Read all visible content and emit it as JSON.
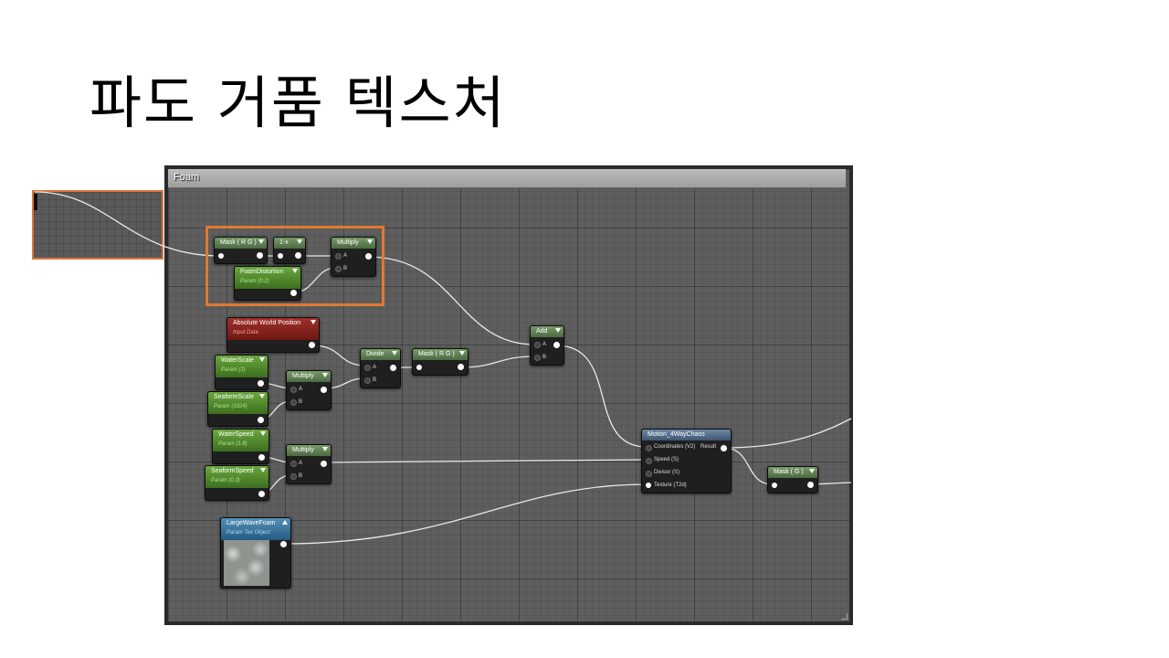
{
  "slide": {
    "title": "파도 거품 텍스처"
  },
  "comment": {
    "title": "Foam"
  },
  "nodes": {
    "mask_rg_1": {
      "title": "Mask ( R G )"
    },
    "one_minus_x": {
      "title": "1-x"
    },
    "multiply_1": {
      "title": "Multiply",
      "pins": [
        "A",
        "B"
      ]
    },
    "foam_distortion": {
      "title": "FoamDistortion",
      "subtitle": "Param (0.2)"
    },
    "abs_world_pos": {
      "title": "Absolute World Position",
      "subtitle": "Input Data"
    },
    "divide": {
      "title": "Divide",
      "pins": [
        "A",
        "B"
      ]
    },
    "mask_rg_2": {
      "title": "Mask ( R G )"
    },
    "add": {
      "title": "Add",
      "pins": [
        "A",
        "B"
      ]
    },
    "water_scale": {
      "title": "WaterScale",
      "subtitle": "Param (1)"
    },
    "multiply_2": {
      "title": "Multiply",
      "pins": [
        "A",
        "B"
      ]
    },
    "seaform_scale": {
      "title": "SeaformScale",
      "subtitle": "Param (1024)"
    },
    "water_speed": {
      "title": "WaterSpeed",
      "subtitle": "Param (1.8)"
    },
    "multiply_3": {
      "title": "Multiply",
      "pins": [
        "A",
        "B"
      ]
    },
    "seaform_speed": {
      "title": "SeaformSpeed",
      "subtitle": "Param (0.3)"
    },
    "motion": {
      "title": "Motion_4WayChaos",
      "inputs": [
        "Coordinates (V2)",
        "Speed (S)",
        "Divisor (S)",
        "Texture (T2d)"
      ],
      "output": "Result"
    },
    "mask_g": {
      "title": "Mask ( G )"
    },
    "large_wave_foam": {
      "title": "LargeWaveFoam",
      "subtitle": "Param Tex Object"
    }
  },
  "colors": {
    "highlight": "#e07a30",
    "graph_bg": "#5e5e5e",
    "comment_bar": "#b0b0b0"
  }
}
